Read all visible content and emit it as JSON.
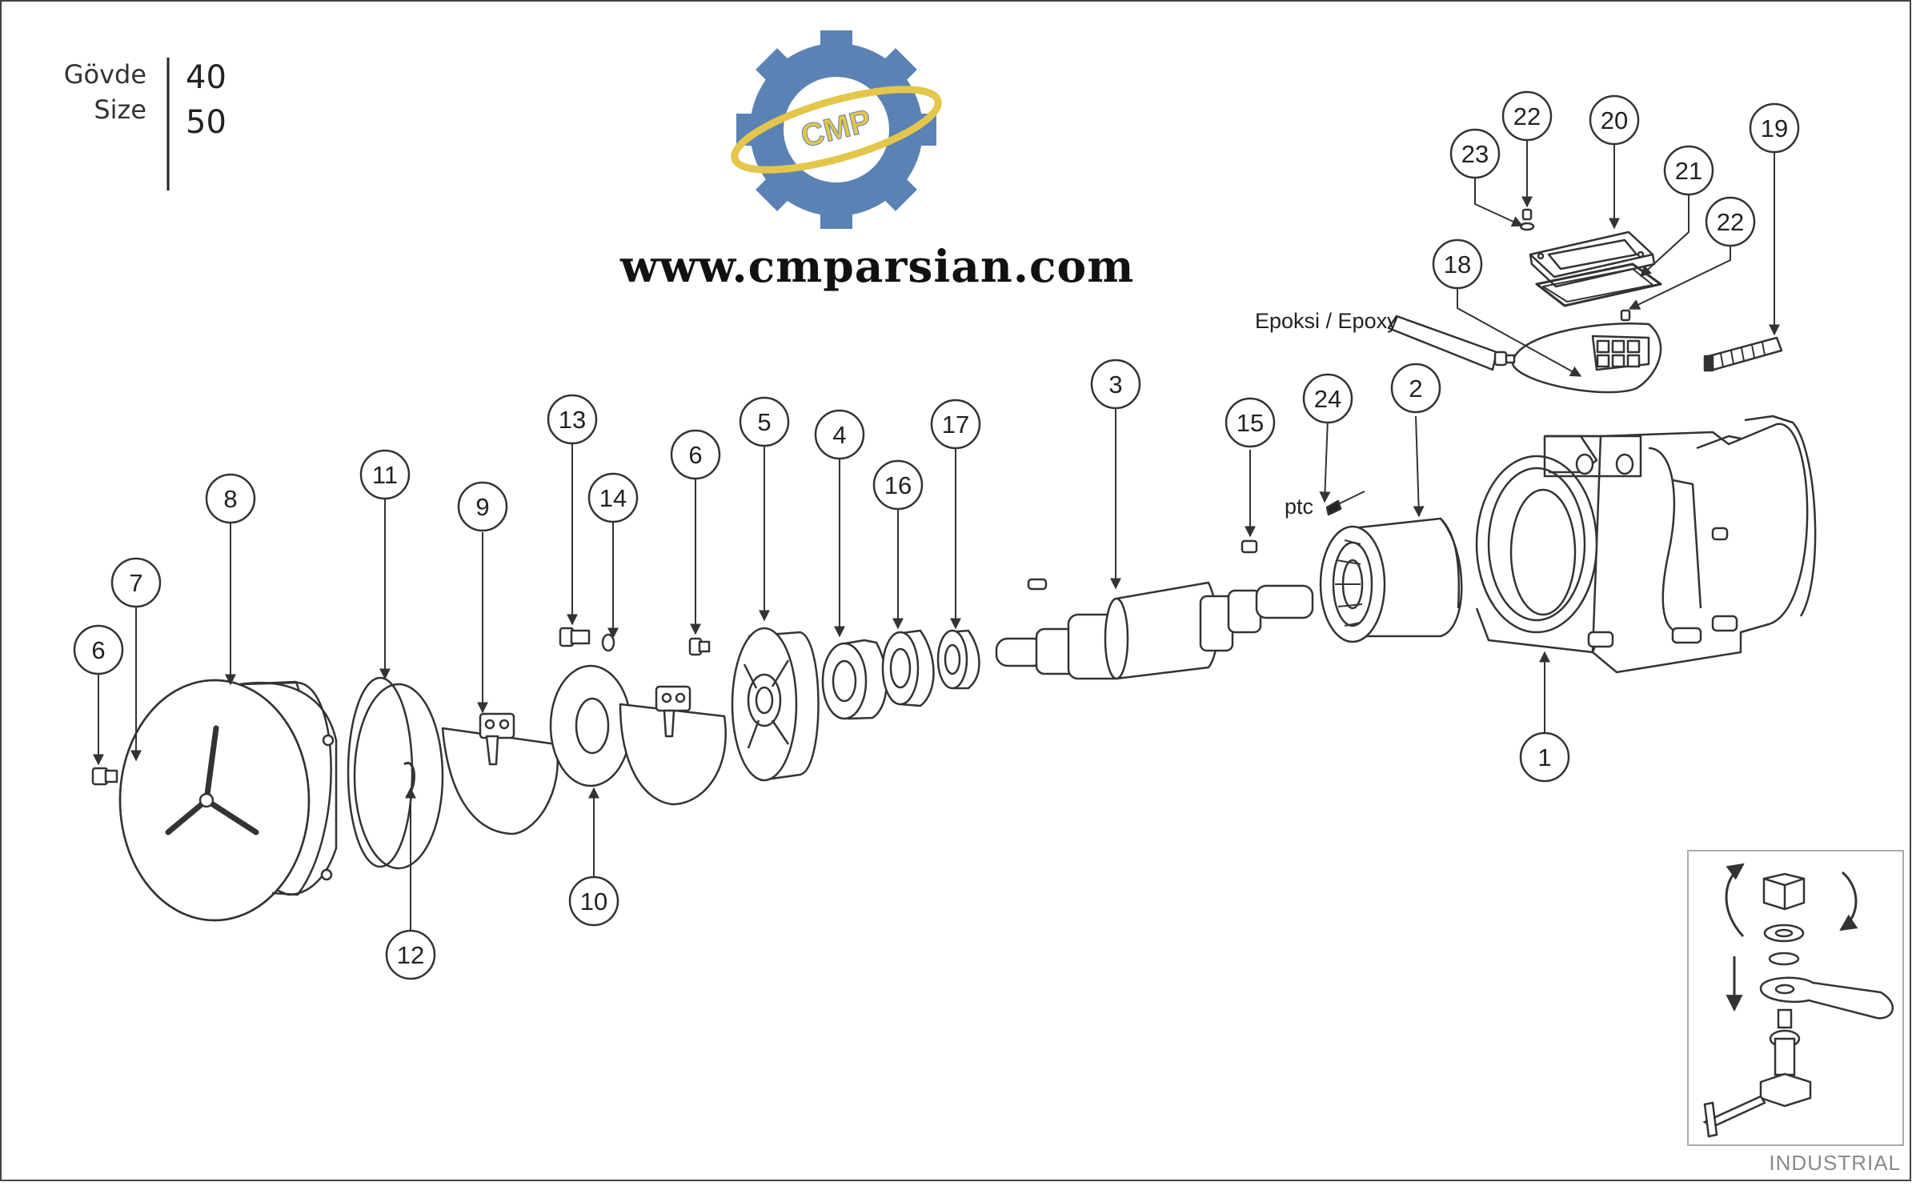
{
  "size_table": {
    "label_tr": "Gövde",
    "label_en": "Size",
    "values": [
      "40",
      "50"
    ]
  },
  "logo": {
    "text": "CMP"
  },
  "website": "www.cmparsian.com",
  "labels": {
    "epoxy": "Epoksi / Epoxy",
    "ptc": "ptc",
    "footer": "INDUSTRIAL"
  },
  "callouts": [
    "1",
    "2",
    "3",
    "4",
    "5",
    "6",
    "6",
    "7",
    "8",
    "9",
    "10",
    "11",
    "12",
    "13",
    "14",
    "15",
    "16",
    "17",
    "18",
    "19",
    "20",
    "21",
    "22",
    "22",
    "23",
    "24"
  ],
  "colors": {
    "line": "#333333",
    "logo_blue": "#5b82b5",
    "logo_gold": "#e4c64a"
  }
}
